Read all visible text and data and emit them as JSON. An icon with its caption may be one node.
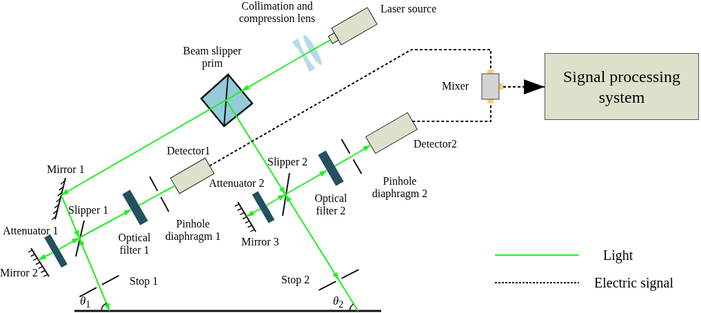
{
  "diagram": {
    "nodes": [
      {
        "text": [],
        "shape": "box",
        "beside": [
          "Laser source"
        ]
      },
      {
        "text": [],
        "shape": "lens",
        "beside": [
          "Collimation and compression lens"
        ]
      },
      {
        "text": [],
        "shape": "prism",
        "beside": [
          "Beam slipper prim"
        ]
      },
      {
        "text": [],
        "shape": "mirror",
        "beside": [
          "Mirror 1"
        ]
      },
      {
        "text": [],
        "shape": "box",
        "beside": [
          "Detector1"
        ]
      },
      {
        "text": [],
        "shape": "line",
        "beside": [
          "Slipper 1"
        ]
      },
      {
        "text": [],
        "shape": "bar",
        "beside": [
          "Attenuator 1"
        ]
      },
      {
        "text": [],
        "shape": "mirror",
        "beside": [
          "Mirror 2"
        ]
      },
      {
        "text": [],
        "shape": "bar",
        "beside": [
          "Optical filter 1"
        ]
      },
      {
        "text": [],
        "shape": "slit",
        "beside": [
          "Pinhole diaphragm 1"
        ]
      },
      {
        "text": [],
        "shape": "slit",
        "beside": [
          "Stop 1"
        ]
      },
      {
        "text": [],
        "shape": "line",
        "beside": [
          "Slipper 2"
        ]
      },
      {
        "text": [],
        "shape": "bar",
        "beside": [
          "Attenuator 2"
        ]
      },
      {
        "text": [],
        "shape": "mirror",
        "beside": [
          "Mirror 3"
        ]
      },
      {
        "text": [],
        "shape": "bar",
        "beside": [
          "Optical filter 2"
        ]
      },
      {
        "text": [],
        "shape": "slit",
        "beside": [
          "Pinhole diaphragm 2"
        ]
      },
      {
        "text": [],
        "shape": "box",
        "beside": [
          "Detector2"
        ]
      },
      {
        "text": [],
        "shape": "slit",
        "beside": [
          "Stop 2"
        ]
      },
      {
        "text": [],
        "shape": "box",
        "beside": [
          "Mixer"
        ]
      },
      {
        "text": [
          "Signal processing system"
        ]
      },
      {
        "text": [],
        "shape": "line"
      }
    ],
    "edges": [
      {
        "from": 0,
        "to": 1,
        "arrow": "none"
      },
      {
        "from": 1,
        "to": 2,
        "arrow": "to"
      },
      {
        "from": 2,
        "to": 3,
        "arrow": "to"
      },
      {
        "from": 3,
        "to": 5,
        "arrow": "to"
      },
      {
        "from": 5,
        "to": 8,
        "arrow": "to"
      },
      {
        "from": 8,
        "to": 9,
        "arrow": "none"
      },
      {
        "from": 9,
        "to": 4,
        "arrow": "none"
      },
      {
        "from": 6,
        "to": 5,
        "arrow": "to"
      },
      {
        "from": 6,
        "to": 7,
        "arrow": "to"
      },
      {
        "from": 10,
        "to": 5,
        "arrow": "to"
      },
      {
        "from": 10,
        "to": 20,
        "arrow": "to"
      },
      {
        "from": 2,
        "to": 11,
        "arrow": "to"
      },
      {
        "from": 11,
        "to": 17,
        "arrow": "both"
      },
      {
        "from": 17,
        "to": 20,
        "arrow": "none"
      },
      {
        "from": 12,
        "to": 11,
        "arrow": "to"
      },
      {
        "from": 12,
        "to": 13,
        "arrow": "to"
      },
      {
        "from": 11,
        "to": 14,
        "arrow": "to"
      },
      {
        "from": 14,
        "to": 15,
        "arrow": "none"
      },
      {
        "from": 15,
        "to": 16,
        "arrow": "to"
      },
      {
        "from": 4,
        "to": 18,
        "arrow": "none",
        "style": "dashed",
        "color": "#000000"
      },
      {
        "from": 16,
        "to": 18,
        "arrow": "none",
        "style": "dashed",
        "color": "#000000"
      },
      {
        "from": 18,
        "to": 19,
        "arrow": "to",
        "style": "dashed",
        "color": "#000000"
      }
    ],
    "labels": [
      "*θ*$_{1}$",
      "*θ*$_{2}$"
    ],
    "legend": [
      {
        "text": "Light"
      },
      {
        "text": "Electric signal"
      }
    ]
  }
}
